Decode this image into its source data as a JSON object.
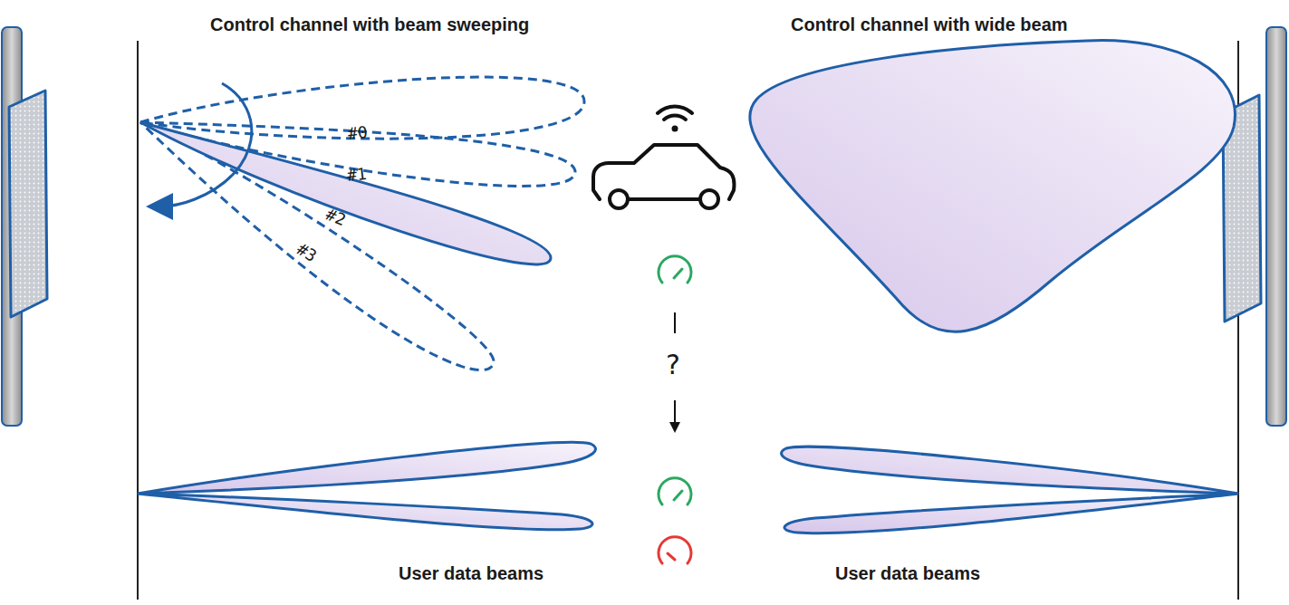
{
  "diagram": {
    "labels": [
      "Control channel with beam sweeping",
      "Control channel with wide beam",
      "#0",
      "#1",
      "#2",
      "#3",
      "?",
      "User data beams",
      "User data beams"
    ]
  }
}
